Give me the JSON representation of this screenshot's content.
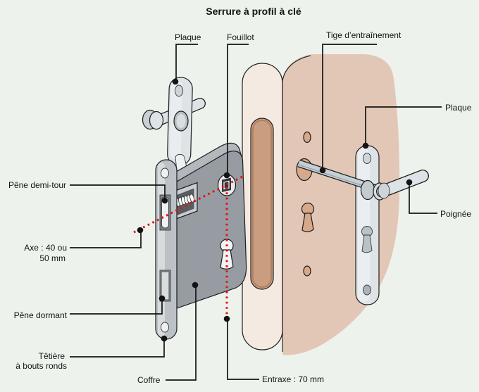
{
  "title": "Serrure à profil à clé",
  "labels": {
    "plaque_left": "Plaque",
    "fouillot": "Fouillot",
    "tige_entrainement": "Tige d’entraînement",
    "plaque_right": "Plaque",
    "poignee": "Poignée",
    "pene_demi_tour": "Pêne demi-tour",
    "axe_line1": "Axe : 40 ou",
    "axe_line2": "50 mm",
    "pene_dormant": "Pêne dormant",
    "tetiere_line1": "Têtière",
    "tetiere_line2": "à bouts ronds",
    "coffre": "Coffre",
    "entraxe": "Entraxe : 70 mm"
  },
  "colors": {
    "background": "#edf3ec",
    "door_face": "#e3c7b6",
    "door_edge_strip": "#f5eae1",
    "mortise_recess": "#c99e80",
    "door_holes": "#d5a98a",
    "lock_body": "#979ca3",
    "lock_body_top": "#b3b8bd",
    "faceplate": "#bcc1c6",
    "plates": "#dee3e6",
    "handle": "#dde3e6",
    "spindle_rod": "#c6cfd5",
    "axis_dotted_red": "#e01212",
    "line_black": "#131313"
  }
}
